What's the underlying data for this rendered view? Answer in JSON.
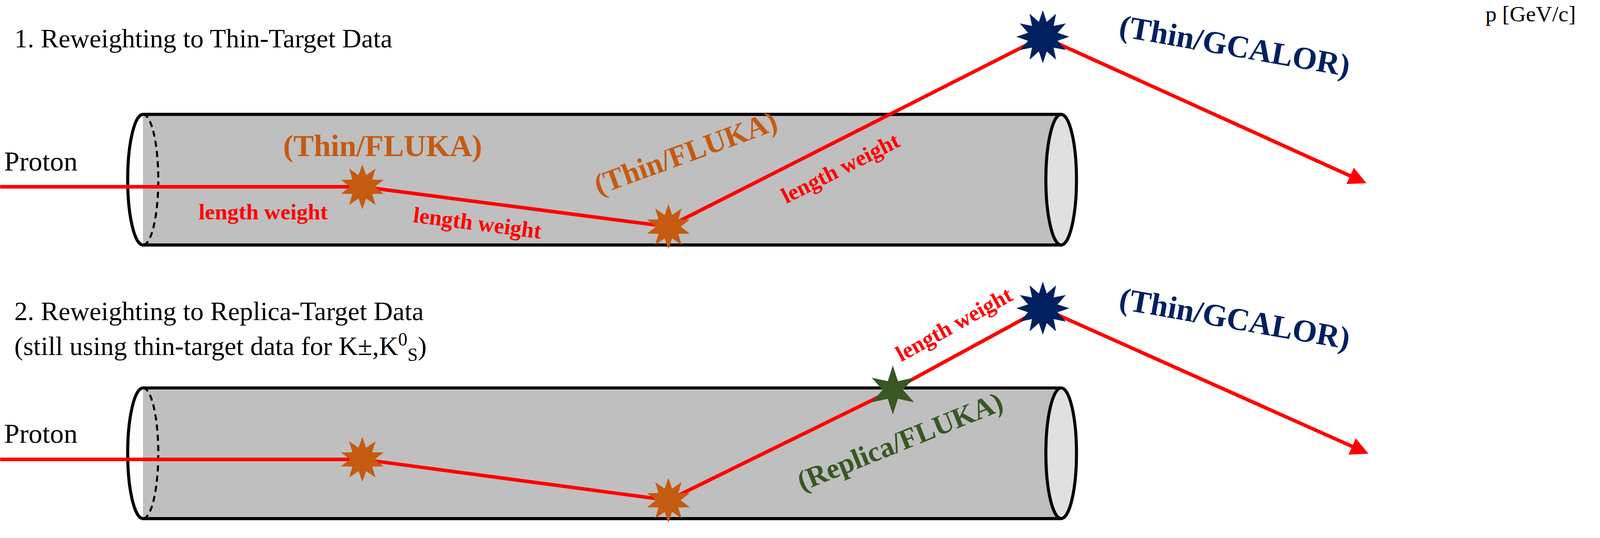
{
  "diagram": {
    "labels": [
      "p [GeV/c]",
      "1. Reweighting to Thin-Target Data",
      "Proton",
      "(Thin/FLUKA)",
      "length weight",
      "length weight",
      "(Thin/FLUKA)",
      "length weight",
      "(Thin/GCALOR)",
      "2. Reweighting to Replica-Target Data",
      "(still using thin-target data for K±,K0S)",
      "Proton",
      "length weight",
      "(Thin/GCALOR)",
      "(Replica/FLUKA)"
    ]
  }
}
